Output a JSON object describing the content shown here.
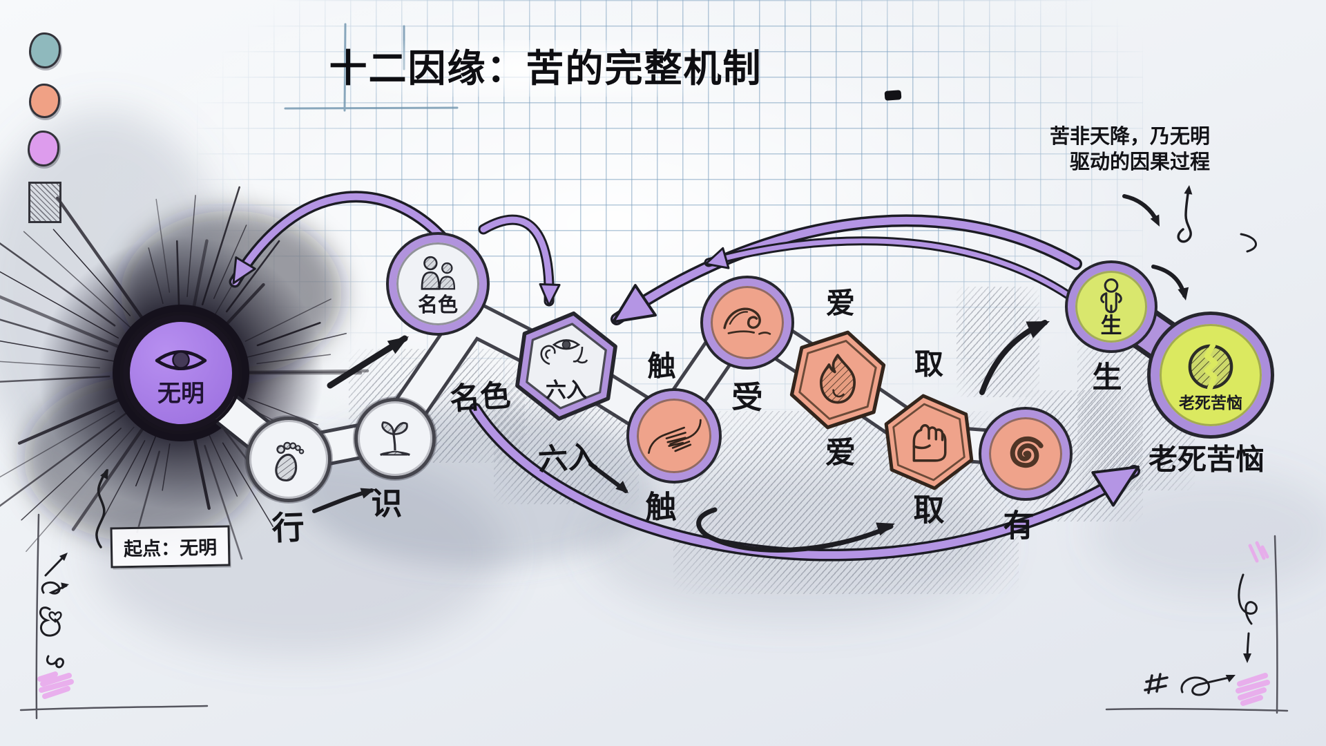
{
  "title": "十二因缘：苦的完整机制",
  "annotation": {
    "line1": "苦非天降，乃无明",
    "line2": "驱动的因果过程"
  },
  "start_note": "起点：无明",
  "nodes": [
    {
      "id": "wuming",
      "name": "无明",
      "inside_label": "无明"
    },
    {
      "id": "xing",
      "name": "行",
      "outer_label": "行"
    },
    {
      "id": "shi",
      "name": "识",
      "outer_label": "识"
    },
    {
      "id": "mingse",
      "name": "名色",
      "inside_label": "名色",
      "outer_label": "名色"
    },
    {
      "id": "liuru",
      "name": "六入",
      "inside_label": "六入",
      "outer_label": "六入"
    },
    {
      "id": "chu",
      "name": "触",
      "upper_label": "触",
      "outer_label": "触"
    },
    {
      "id": "shou",
      "name": "受",
      "outer_label": "受"
    },
    {
      "id": "ai",
      "name": "爱",
      "upper_label": "爱",
      "outer_label": "爱"
    },
    {
      "id": "qu",
      "name": "取",
      "upper_label": "取",
      "outer_label": "取"
    },
    {
      "id": "you",
      "name": "有",
      "outer_label": "有"
    },
    {
      "id": "sheng",
      "name": "生",
      "inside_label": "生",
      "outer_label": "生"
    },
    {
      "id": "laosi",
      "name": "老死苦恼",
      "inside_label": "老死苦恼",
      "outer_label": "老死苦恼"
    }
  ],
  "legend": [
    {
      "name": "teal-swatch",
      "color": "#8fb9bd"
    },
    {
      "name": "salmon-swatch",
      "color": "#f0a185"
    },
    {
      "name": "violet-swatch",
      "color": "#dd9ced"
    },
    {
      "name": "hatch-swatch",
      "color": "pencil-hatch"
    }
  ],
  "colors": {
    "node_purple": "#a77ae6",
    "node_salmon": "#efa38b",
    "node_yellow_green": "#d9e76d",
    "ring_purple": "#b193dd",
    "arrow_purple": "#b495e4",
    "grid_blue": "#9db8cf",
    "pink_scribble": "#e9a5ec"
  }
}
